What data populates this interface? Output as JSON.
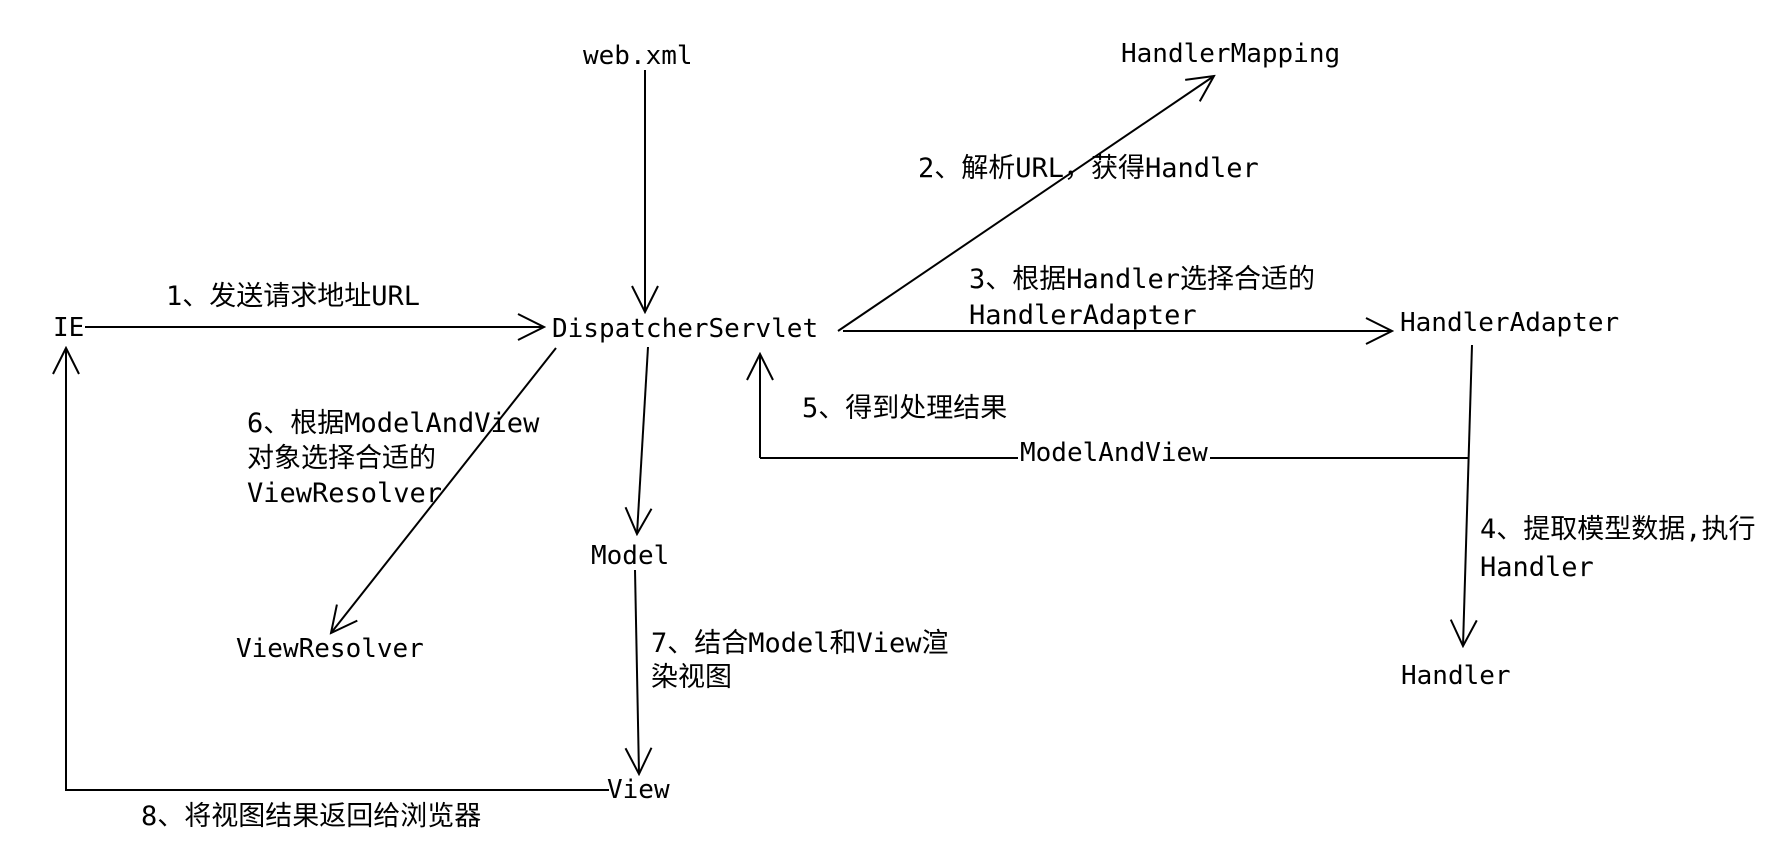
{
  "diagram": {
    "kind": "spring-mvc-dispatcherservlet-flow",
    "colors": {
      "background": "#ffffff",
      "line": "#000000",
      "text": "#000000"
    },
    "nodes": {
      "web_xml": "web.xml",
      "handler_mapping": "HandlerMapping",
      "ie": "IE",
      "dispatcher_servlet": "DispatcherServlet",
      "handler_adapter": "HandlerAdapter",
      "view_resolver": "ViewResolver",
      "model": "Model",
      "view": "View",
      "handler": "Handler"
    },
    "labels": {
      "step1": "1、发送请求地址URL",
      "step2": "2、解析URL，获得Handler",
      "step3_line1": "3、根据Handler选择合适的",
      "step3_line2": "HandlerAdapter",
      "step4_line1": "4、提取模型数据,执行",
      "step4_line2": "Handler",
      "step5": "5、得到处理结果",
      "step6_line1": "6、根据ModelAndView",
      "step6_line2": "对象选择合适的",
      "step6_line3": "ViewResolver",
      "step7_line1": "7、结合Model和View渲",
      "step7_line2": "染视图",
      "step8": "8、将视图结果返回给浏览器",
      "model_and_view": "ModelAndView"
    }
  }
}
